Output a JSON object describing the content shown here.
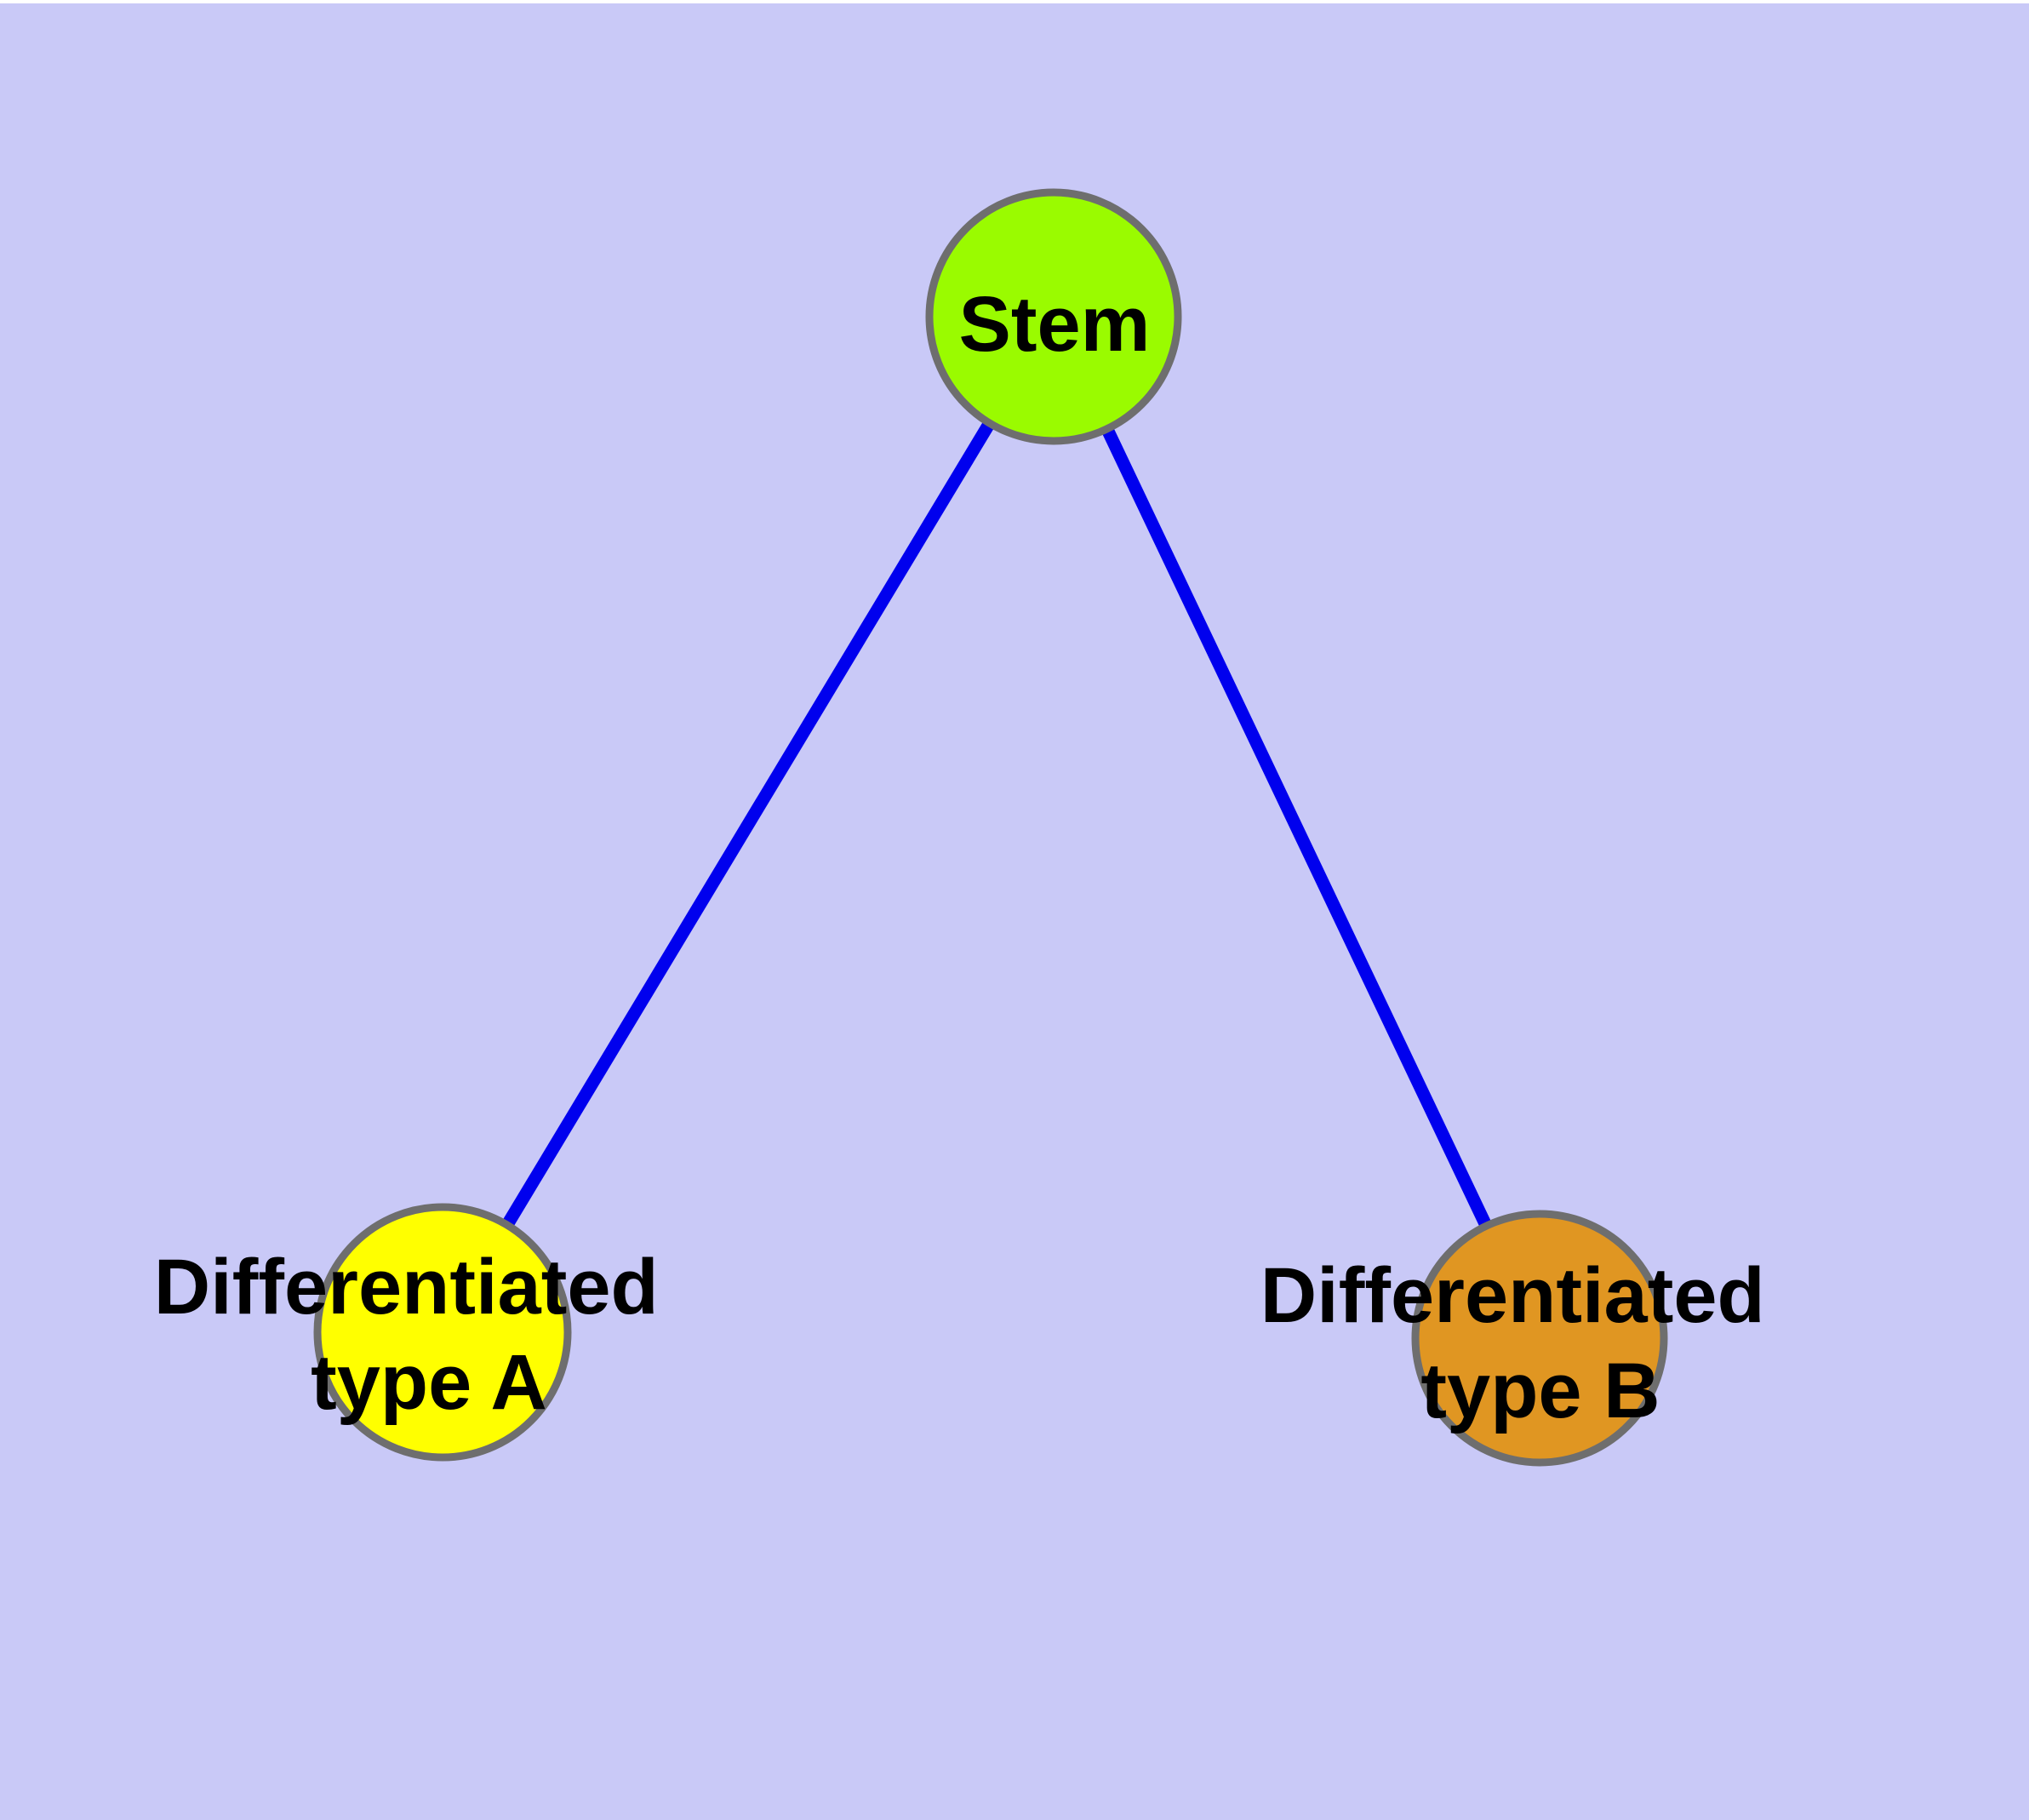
{
  "page": {
    "background_color": "#C9C9F7",
    "top_border_color": "#FFFFFF"
  },
  "diagram": {
    "type": "node-link-tree",
    "description": "Stem cell differentiation diagram: one stem node branching to two differentiated cell type nodes",
    "colors": {
      "edge_blue": "#0000EE",
      "node_border_gray": "#6E6E6E",
      "stem_fill_green": "#9AFB00",
      "type_a_fill_yellow": "#FFFF00",
      "type_b_fill_orange": "#E09622",
      "label_text": "#000000"
    },
    "nodes": {
      "stem": {
        "label": "Stem"
      },
      "type_a": {
        "line1": "Differentiated",
        "line2": "type A"
      },
      "type_b": {
        "line1": "Differentiated",
        "line2": "type B"
      }
    },
    "edges": [
      {
        "from": "Stem",
        "to": "Differentiated type A"
      },
      {
        "from": "Stem",
        "to": "Differentiated type B"
      }
    ]
  }
}
